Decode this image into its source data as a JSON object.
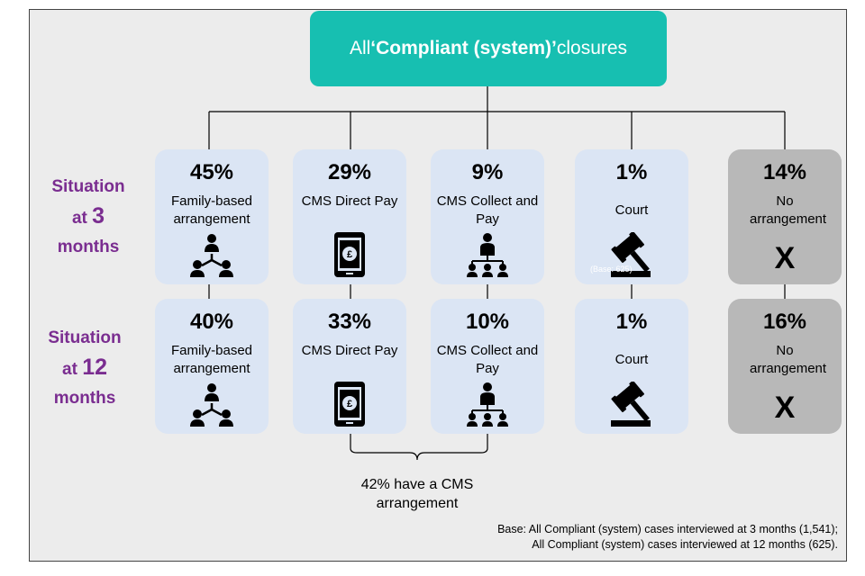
{
  "header": {
    "prefix": "All ",
    "bold": "‘Compliant (system)’",
    "suffix": " closures"
  },
  "rows": [
    {
      "label": {
        "line1": "Situation",
        "pre": "at ",
        "num": "3",
        "line3": "months"
      },
      "boxes": [
        {
          "pct": "45%",
          "label": "Family-based arrangement",
          "icon": "people-network-icon"
        },
        {
          "pct": "29%",
          "label": "CMS Direct Pay",
          "icon": "phone-pound-icon"
        },
        {
          "pct": "9%",
          "label": "CMS Collect and Pay",
          "icon": "org-hierarchy-icon"
        },
        {
          "pct": "1%",
          "label": "Court",
          "icon": "gavel-icon"
        },
        {
          "pct": "14%",
          "label": "No arrangement",
          "icon": "x-mark"
        }
      ]
    },
    {
      "label": {
        "line1": "Situation",
        "pre": "at ",
        "num": "12",
        "line3": "months"
      },
      "boxes": [
        {
          "pct": "40%",
          "label": "Family-based arrangement",
          "icon": "people-network-icon"
        },
        {
          "pct": "33%",
          "label": "CMS Direct Pay",
          "icon": "phone-pound-icon"
        },
        {
          "pct": "10%",
          "label": "CMS Collect and Pay",
          "icon": "org-hierarchy-icon"
        },
        {
          "pct": "1%",
          "label": "Court",
          "icon": "gavel-icon"
        },
        {
          "pct": "16%",
          "label": "No arrangement",
          "icon": "x-mark"
        }
      ]
    }
  ],
  "x_symbol": "X",
  "faint_base": "(Base: 625)",
  "cms_note": "42% have a CMS arrangement",
  "base_note": {
    "line1": "Base: All Compliant (system) cases interviewed at 3 months (1,541);",
    "line2": "All Compliant (system) cases interviewed at 12 months (625)."
  },
  "colors": {
    "header": "#17bfb1",
    "box": "#dbe5f4",
    "box_none": "#b8b8b8",
    "row_label": "#7a2d90",
    "background": "#ececec"
  }
}
